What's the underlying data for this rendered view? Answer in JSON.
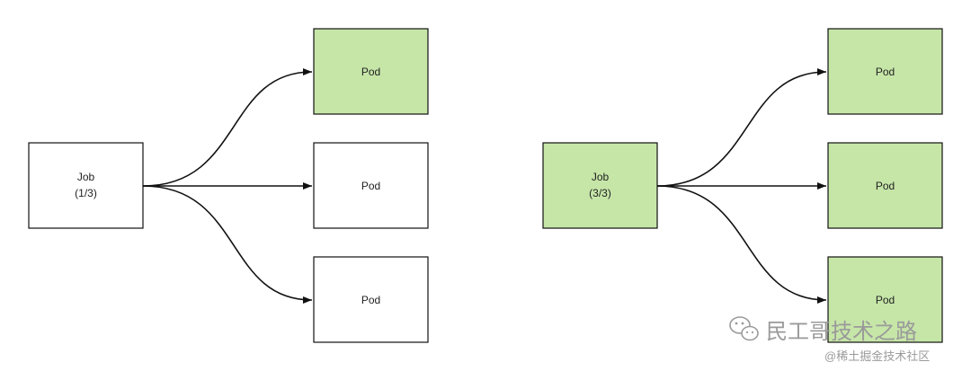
{
  "colors": {
    "active_fill": "#c6e6a8",
    "inactive_fill": "#ffffff",
    "stroke": "#111111",
    "watermark": "#9a9a9a"
  },
  "diagrams": [
    {
      "job": {
        "title": "Job",
        "progress": "(1/3)",
        "completed": false
      },
      "pods": [
        {
          "label": "Pod",
          "completed": true
        },
        {
          "label": "Pod",
          "completed": false
        },
        {
          "label": "Pod",
          "completed": false
        }
      ]
    },
    {
      "job": {
        "title": "Job",
        "progress": "(3/3)",
        "completed": true
      },
      "pods": [
        {
          "label": "Pod",
          "completed": true
        },
        {
          "label": "Pod",
          "completed": true
        },
        {
          "label": "Pod",
          "completed": true
        }
      ]
    }
  ],
  "watermark": {
    "icon": "wechat-icon",
    "main_text": "民工哥技术之路",
    "sub_text": "@稀土掘金技术社区"
  }
}
